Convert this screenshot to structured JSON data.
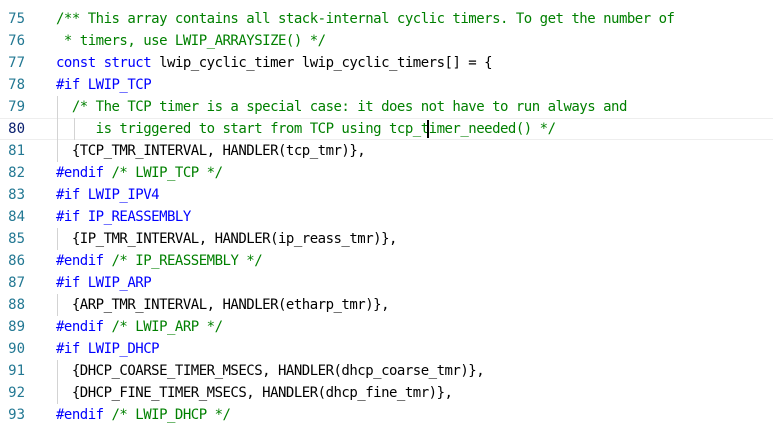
{
  "editor": {
    "language": "c",
    "colors": {
      "line_number": "#237893",
      "keyword": "#0000ff",
      "comment": "#008000",
      "text": "#000000",
      "indent_guide": "#d3d3d3"
    },
    "current_line": 80,
    "lines": [
      {
        "num": "75",
        "indent": 0,
        "tokens": [
          {
            "t": "/** This array contains all stack-internal cyclic timers. To get the number of",
            "c": "cm"
          }
        ]
      },
      {
        "num": "76",
        "indent": 0,
        "tokens": [
          {
            "t": " * timers, use LWIP_ARRAYSIZE() */",
            "c": "cm"
          }
        ]
      },
      {
        "num": "77",
        "indent": 0,
        "tokens": [
          {
            "t": "const struct",
            "c": "kw"
          },
          {
            "t": " lwip_cyclic_timer lwip_cyclic_timers[] = {",
            "c": "ty"
          }
        ]
      },
      {
        "num": "78",
        "indent": 0,
        "tokens": [
          {
            "t": "#if LWIP_TCP",
            "c": "kw"
          }
        ]
      },
      {
        "num": "79",
        "indent": 1,
        "tokens": [
          {
            "t": "  /* The TCP timer is a special case: it does not have to run always and",
            "c": "cm"
          }
        ]
      },
      {
        "num": "80",
        "indent": 2,
        "tokens": [
          {
            "t": "     is triggered to start from TCP using tcp_timer_needed() */",
            "c": "cm"
          }
        ]
      },
      {
        "num": "81",
        "indent": 1,
        "tokens": [
          {
            "t": "  {TCP_TMR_INTERVAL, HANDLER(tcp_tmr)},",
            "c": "ty"
          }
        ]
      },
      {
        "num": "82",
        "indent": 0,
        "tokens": [
          {
            "t": "#endif",
            "c": "kw"
          },
          {
            "t": " /* LWIP_TCP */",
            "c": "cm"
          }
        ]
      },
      {
        "num": "83",
        "indent": 0,
        "tokens": [
          {
            "t": "#if LWIP_IPV4",
            "c": "kw"
          }
        ]
      },
      {
        "num": "84",
        "indent": 0,
        "tokens": [
          {
            "t": "#if IP_REASSEMBLY",
            "c": "kw"
          }
        ]
      },
      {
        "num": "85",
        "indent": 1,
        "tokens": [
          {
            "t": "  {IP_TMR_INTERVAL, HANDLER(ip_reass_tmr)},",
            "c": "ty"
          }
        ]
      },
      {
        "num": "86",
        "indent": 0,
        "tokens": [
          {
            "t": "#endif",
            "c": "kw"
          },
          {
            "t": " /* IP_REASSEMBLY */",
            "c": "cm"
          }
        ]
      },
      {
        "num": "87",
        "indent": 0,
        "tokens": [
          {
            "t": "#if LWIP_ARP",
            "c": "kw"
          }
        ]
      },
      {
        "num": "88",
        "indent": 1,
        "tokens": [
          {
            "t": "  {ARP_TMR_INTERVAL, HANDLER(etharp_tmr)},",
            "c": "ty"
          }
        ]
      },
      {
        "num": "89",
        "indent": 0,
        "tokens": [
          {
            "t": "#endif",
            "c": "kw"
          },
          {
            "t": " /* LWIP_ARP */",
            "c": "cm"
          }
        ]
      },
      {
        "num": "90",
        "indent": 0,
        "tokens": [
          {
            "t": "#if LWIP_DHCP",
            "c": "kw"
          }
        ]
      },
      {
        "num": "91",
        "indent": 1,
        "tokens": [
          {
            "t": "  {DHCP_COARSE_TIMER_MSECS, HANDLER(dhcp_coarse_tmr)},",
            "c": "ty"
          }
        ]
      },
      {
        "num": "92",
        "indent": 1,
        "tokens": [
          {
            "t": "  {DHCP_FINE_TIMER_MSECS, HANDLER(dhcp_fine_tmr)},",
            "c": "ty"
          }
        ]
      },
      {
        "num": "93",
        "indent": 0,
        "tokens": [
          {
            "t": "#endif",
            "c": "kw"
          },
          {
            "t": " /* LWIP_DHCP */",
            "c": "cm"
          }
        ]
      }
    ]
  }
}
